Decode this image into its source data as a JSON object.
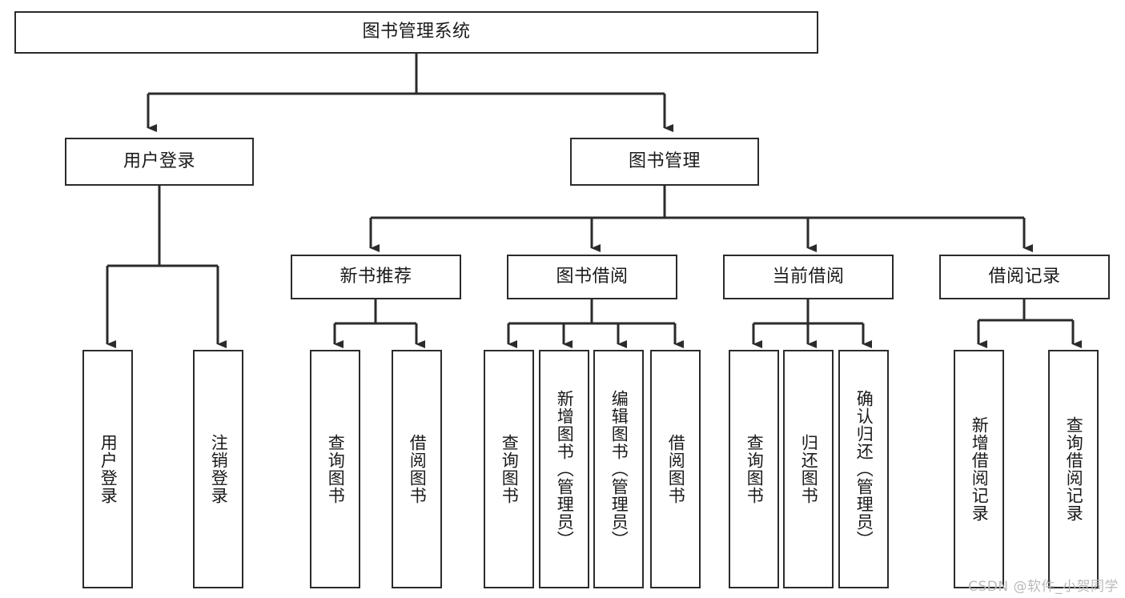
{
  "diagram": {
    "title": "图书管理系统",
    "type": "tree",
    "watermark": "CSDN @软件_小贺同学",
    "colors": {
      "box_border": "#2b2b2b",
      "box_fill": "#ffffff",
      "connector": "#2b2b2b",
      "background": "#ffffff",
      "watermark": "#b9b9b9"
    },
    "root": {
      "label": "图书管理系统"
    },
    "level2": [
      {
        "label": "用户登录"
      },
      {
        "label": "图书管理"
      }
    ],
    "level3": [
      {
        "label": "新书推荐"
      },
      {
        "label": "图书借阅"
      },
      {
        "label": "当前借阅"
      },
      {
        "label": "借阅记录"
      }
    ],
    "leaves": {
      "user_login": [
        {
          "label": "用户登录"
        },
        {
          "label": "注销登录"
        }
      ],
      "new_book_recommend": [
        {
          "label": "查询图书"
        },
        {
          "label": "借阅图书"
        }
      ],
      "book_borrow": [
        {
          "label": "查询图书"
        },
        {
          "label": "新增图书（管理员）"
        },
        {
          "label": "编辑图书（管理员）"
        },
        {
          "label": "借阅图书"
        }
      ],
      "current_borrow": [
        {
          "label": "查询图书"
        },
        {
          "label": "归还图书"
        },
        {
          "label": "确认归还（管理员）"
        }
      ],
      "borrow_record": [
        {
          "label": "新增借阅记录"
        },
        {
          "label": "查询借阅记录"
        }
      ]
    }
  }
}
